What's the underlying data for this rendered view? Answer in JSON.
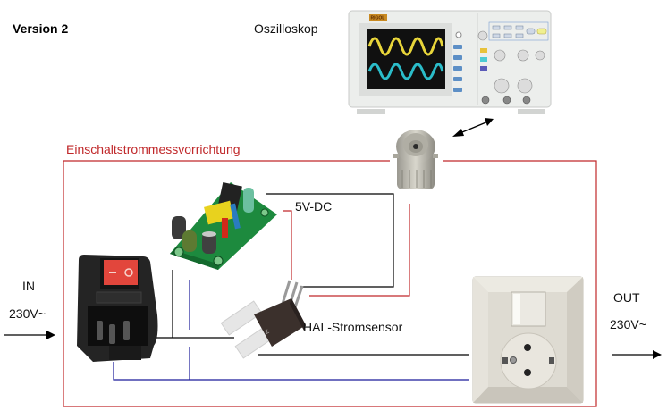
{
  "diagram": {
    "title": "Version 2",
    "enclosure_label": "Einschaltstrommessvorrichtung",
    "components": {
      "oscilloscope": {
        "label": "Oszilloskop",
        "brand": "RIGOL"
      },
      "bnc_connector": {
        "label": ""
      },
      "power_supply": {
        "label": "5V-DC"
      },
      "current_sensor": {
        "label": "HAL-Stromsensor"
      },
      "power_inlet": {
        "label": ""
      },
      "outlet": {
        "label": ""
      }
    },
    "input": {
      "label": "IN",
      "voltage": "230V~"
    },
    "output": {
      "label": "OUT",
      "voltage": "230V~"
    },
    "colors": {
      "enclosure": "#c0282a",
      "wire_live": "#000000",
      "wire_neutral": "#1a1a9a",
      "wire_signal": "#c0282a",
      "scope_ch1": "#e8d53a",
      "scope_ch2": "#2bbcc9"
    }
  }
}
